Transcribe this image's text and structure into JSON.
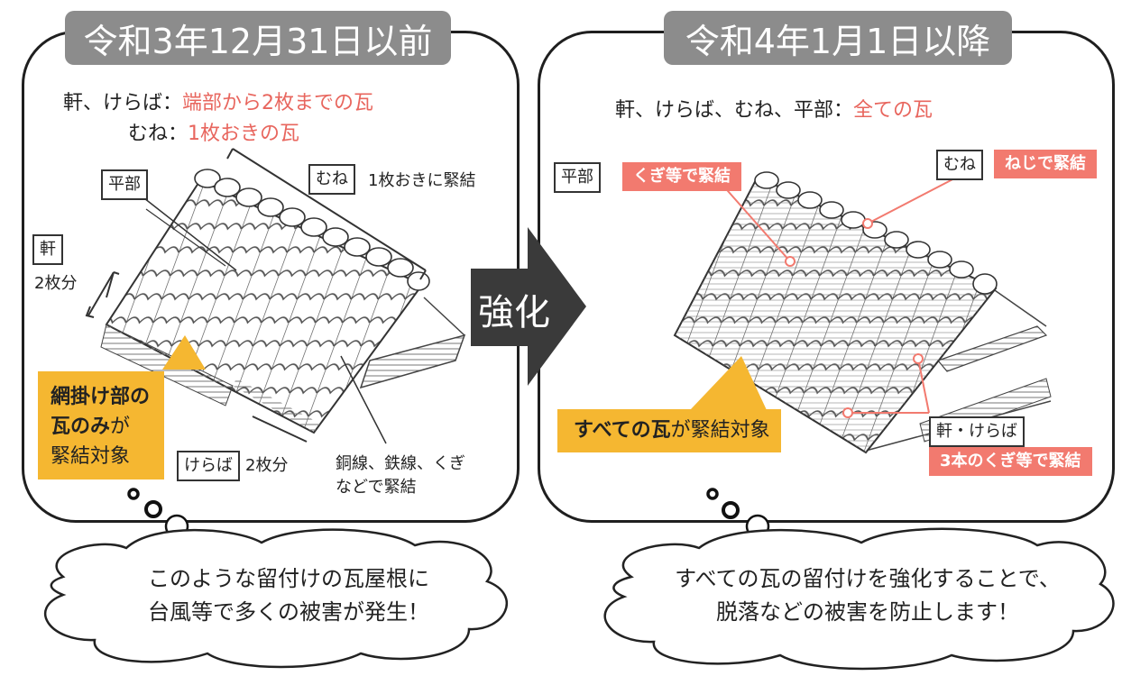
{
  "left": {
    "header": "令和3年12月31日以前",
    "line1_label": "軒、けらば：",
    "line1_value": "端部から2枚までの瓦",
    "line2_label": "むね：",
    "line2_value": "1枚おきの瓦",
    "label_hirabu": "平部",
    "label_mune": "むね",
    "mune_note": "1枚おきに緊結",
    "label_noki": "軒",
    "noki_count": "2枚分",
    "label_keraba": "けらば",
    "keraba_count": "2枚分",
    "wire_note_1": "銅線、鉄線、くぎ",
    "wire_note_2": "などで緊結",
    "callout_1": "網掛け部の",
    "callout_2a": "瓦のみ",
    "callout_2b": "が",
    "callout_3": "緊結対象",
    "cloud_1": "このような留付けの瓦屋根に",
    "cloud_2": "台風等で多くの被害が発生！"
  },
  "arrow_label": "強化",
  "right": {
    "header": "令和4年1月1日以降",
    "line1_label": "軒、けらば、むね、平部：",
    "line1_value": "全ての瓦",
    "label_hirabu": "平部",
    "hirabu_note": "くぎ等で緊結",
    "label_mune": "むね",
    "mune_note": "ねじで緊結",
    "label_noki_keraba": "軒・けらば",
    "noki_note": "3本のくぎ等で緊結",
    "callout_a": "すべての瓦",
    "callout_b": "が緊結対象",
    "cloud_1": "すべての瓦の留付けを強化することで、",
    "cloud_2": "脱落などの被害を防止します！"
  },
  "colors": {
    "accent_red": "#e8665e",
    "pink": "#f27a6f",
    "callout": "#f5b731",
    "header_gray": "#8c8c8c",
    "arrow": "#3a3a3a"
  }
}
